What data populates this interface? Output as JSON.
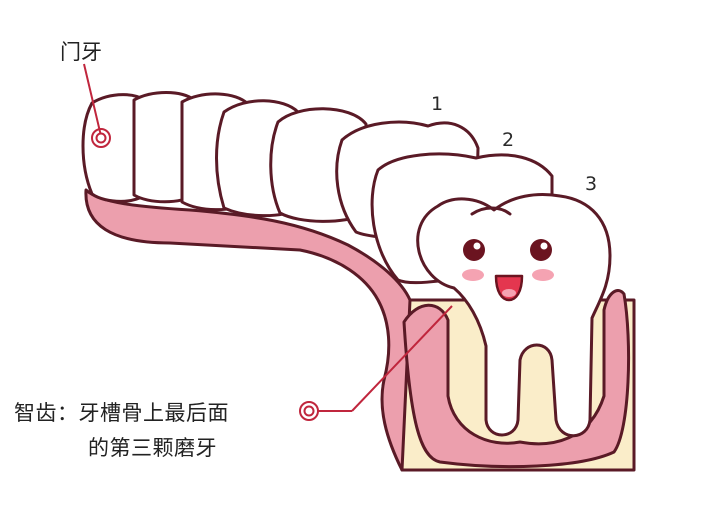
{
  "labels": {
    "front_tooth": "门牙",
    "tooth_number_1": "1",
    "tooth_number_2": "2",
    "tooth_number_3": "3",
    "wisdom_tooth_line1": "智齿：牙槽骨上最后面",
    "wisdom_tooth_line2": "的第三颗磨牙"
  },
  "colors": {
    "outline": "#5a1a26",
    "tooth_fill": "#ffffff",
    "gum_fill": "#ec9fad",
    "gum_light": "#f7cdd4",
    "bone_fill": "#faedc9",
    "pointer_line": "#c0263d",
    "eye": "#6b1420",
    "mouth": "#e4364f",
    "blush": "#f5a3b2"
  }
}
